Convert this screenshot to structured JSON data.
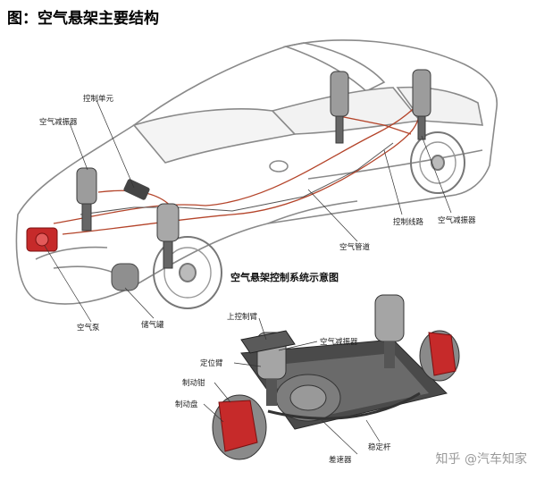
{
  "title": "图：空气悬架主要结构",
  "subtitle": "空气悬架控制系统示意图",
  "watermark": "知乎 @汽车知家",
  "labels": {
    "control_unit": "控制单元",
    "front_air_shock": "空气减振器",
    "air_pump": "空气泵",
    "air_tank": "储气罐",
    "air_pipe": "空气管道",
    "control_line": "控制线路",
    "rear_air_shock": "空气减振器",
    "upper_arm": "上控制臂",
    "module_air_shock": "空气减振器",
    "positioning_arm": "定位臂",
    "brake_caliper": "制动钳",
    "brake_disc": "制动盘",
    "stabilizer_bar": "稳定杆",
    "differential": "差速器"
  },
  "colors": {
    "car_line": "#8a8a8a",
    "red_component": "#c62a2a",
    "pipe": "#b4442a",
    "dark_metal": "#3a3a3a"
  }
}
